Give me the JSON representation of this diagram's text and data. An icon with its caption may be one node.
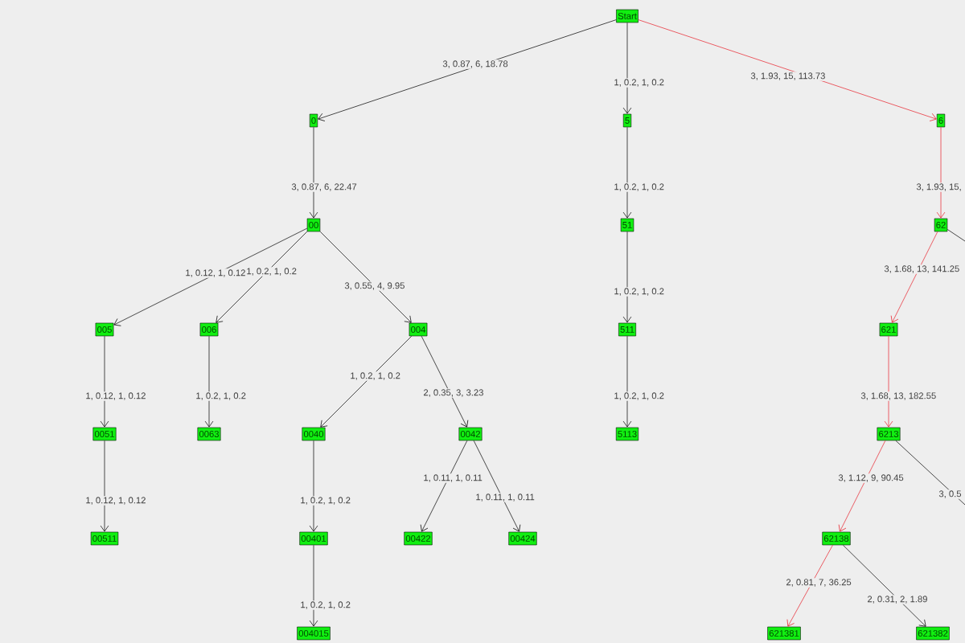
{
  "diagram": {
    "nodes": [
      {
        "text": [
          "Start"
        ]
      },
      {
        "text": [
          "0"
        ]
      },
      {
        "text": [
          "5"
        ]
      },
      {
        "text": [
          "6"
        ]
      },
      {
        "text": [
          "00"
        ]
      },
      {
        "text": [
          "51"
        ]
      },
      {
        "text": [
          "62"
        ]
      },
      {
        "text": [
          "005"
        ]
      },
      {
        "text": [
          "006"
        ]
      },
      {
        "text": [
          "004"
        ]
      },
      {
        "text": [
          "511"
        ]
      },
      {
        "text": [
          "621"
        ]
      },
      {
        "text": [
          "0051"
        ]
      },
      {
        "text": [
          "0063"
        ]
      },
      {
        "text": [
          "0040"
        ]
      },
      {
        "text": [
          "0042"
        ]
      },
      {
        "text": [
          "5113"
        ]
      },
      {
        "text": [
          "6213"
        ]
      },
      {
        "text": [
          "00511"
        ]
      },
      {
        "text": [
          "00401"
        ]
      },
      {
        "text": [
          "00422"
        ]
      },
      {
        "text": [
          "00424"
        ]
      },
      {
        "text": [
          "62138"
        ]
      },
      {
        "text": [
          "004015"
        ]
      },
      {
        "text": [
          "621381"
        ]
      },
      {
        "text": [
          "621382"
        ]
      }
    ],
    "edges": [
      {
        "from": 0,
        "to": 1,
        "arrow": "to",
        "label": "3, 0.87, 6, 18.78"
      },
      {
        "from": 0,
        "to": 2,
        "arrow": "to",
        "label": "1, 0.2, 1, 0.2"
      },
      {
        "from": 0,
        "to": 3,
        "arrow": "to",
        "label": "3, 1.93, 15, 113.73",
        "color": "#e8202a"
      },
      {
        "from": 1,
        "to": 4,
        "arrow": "to",
        "label": "3, 0.87, 6, 22.47"
      },
      {
        "from": 2,
        "to": 5,
        "arrow": "to",
        "label": "1, 0.2, 1, 0.2"
      },
      {
        "from": 3,
        "to": 6,
        "arrow": "to",
        "label": "3, 1.93, 15,",
        "color": "#e8202a"
      },
      {
        "from": 6,
        "to": null,
        "arrow": "none"
      },
      {
        "from": 4,
        "to": 7,
        "arrow": "to",
        "label": "1, 0.12, 1, 0.12"
      },
      {
        "from": 4,
        "to": 8,
        "arrow": "to",
        "label": "1, 0.2, 1, 0.2"
      },
      {
        "from": 4,
        "to": 9,
        "arrow": "to",
        "label": "3, 0.55, 4, 9.95"
      },
      {
        "from": 5,
        "to": 10,
        "arrow": "to",
        "label": "1, 0.2, 1, 0.2"
      },
      {
        "from": 6,
        "to": 11,
        "arrow": "to",
        "label": "3, 1.68, 13, 141.25",
        "color": "#e8202a"
      },
      {
        "from": 7,
        "to": 12,
        "arrow": "to",
        "label": "1, 0.12, 1, 0.12"
      },
      {
        "from": 8,
        "to": 13,
        "arrow": "to",
        "label": "1, 0.2, 1, 0.2"
      },
      {
        "from": 9,
        "to": 14,
        "arrow": "to",
        "label": "1, 0.2, 1, 0.2"
      },
      {
        "from": 9,
        "to": 15,
        "arrow": "to",
        "label": "2, 0.35, 3, 3.23"
      },
      {
        "from": 10,
        "to": 16,
        "arrow": "to",
        "label": "1, 0.2, 1, 0.2"
      },
      {
        "from": 11,
        "to": 17,
        "arrow": "to",
        "label": "3, 1.68, 13, 182.55",
        "color": "#e8202a"
      },
      {
        "from": 12,
        "to": 18,
        "arrow": "to",
        "label": "1, 0.12, 1, 0.12"
      },
      {
        "from": 14,
        "to": 19,
        "arrow": "to",
        "label": "1, 0.2, 1, 0.2"
      },
      {
        "from": 15,
        "to": 20,
        "arrow": "to",
        "label": "1, 0.11, 1, 0.11"
      },
      {
        "from": 15,
        "to": 21,
        "arrow": "to",
        "label": "1, 0.11, 1, 0.11"
      },
      {
        "from": 17,
        "to": 22,
        "arrow": "to",
        "label": "3, 1.12, 9, 90.45",
        "color": "#e8202a"
      },
      {
        "from": 17,
        "to": null,
        "arrow": "none",
        "label": "3, 0.5"
      },
      {
        "from": 19,
        "to": 23,
        "arrow": "to",
        "label": "1, 0.2, 1, 0.2"
      },
      {
        "from": 22,
        "to": 24,
        "arrow": "to",
        "label": "2, 0.81, 7, 36.25",
        "color": "#e8202a"
      },
      {
        "from": 22,
        "to": 25,
        "arrow": "to",
        "label": "2, 0.31, 2, 1.89"
      }
    ]
  }
}
